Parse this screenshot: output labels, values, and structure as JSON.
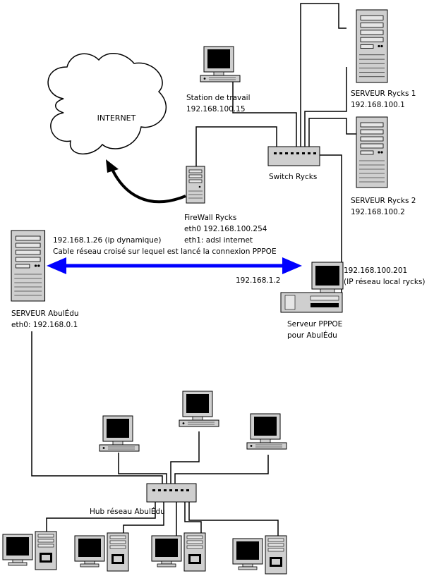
{
  "internet": {
    "label": "INTERNET"
  },
  "workstation": {
    "name": "Station de travail",
    "ip": "192.168.100.15"
  },
  "server_rycks_1": {
    "name": "SERVEUR Rycks 1",
    "ip": "192.168.100.1"
  },
  "server_rycks_2": {
    "name": "SERVEUR Rycks 2",
    "ip": "192.168.100.2"
  },
  "switch": {
    "name": "Switch Rycks"
  },
  "firewall": {
    "name": "FireWall Rycks",
    "eth0": "eth0 192.168.100.254",
    "eth1": "eth1: adsl internet"
  },
  "abuledu_server": {
    "ip_dynamic": "192.168.1.26 (ip dynamique)",
    "name": "SERVEUR AbulÉdu",
    "eth0": "eth0: 192.168.0.1"
  },
  "crossover_cable": {
    "label": "Cable réseau croisé sur lequel est lancé la connexion PPPOE"
  },
  "pppoe_server": {
    "ip": "192.168.1.2",
    "lan_ip": "192.168.100.201",
    "lan_ip_note": "(IP réseau local rycks)",
    "name_line1": "Serveur PPPOE",
    "name_line2": "pour AbulÉdu"
  },
  "hub": {
    "name": "Hub réseau AbulÉdu"
  },
  "colors": {
    "cable_arrow": "#0000ff",
    "device_fill": "#c8c8c8",
    "screen": "#000000"
  }
}
